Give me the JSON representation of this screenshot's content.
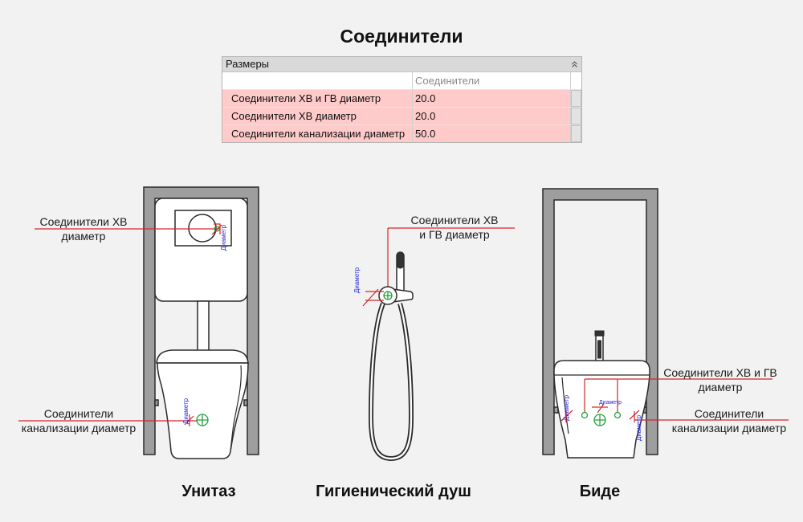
{
  "title": "Соединители",
  "properties": {
    "section": "Размеры",
    "column_header": "Соединители",
    "rows": [
      {
        "name": "Соединители ХВ и ГВ диаметр",
        "value": "20.0"
      },
      {
        "name": "Соединители ХВ диаметр",
        "value": "20.0"
      },
      {
        "name": "Соединители канализации диаметр",
        "value": "50.0"
      }
    ]
  },
  "dimension_label": "Диаметр",
  "fixtures": {
    "toilet": {
      "caption": "Унитаз",
      "water_label": [
        "Соединители ХВ",
        "диаметр"
      ],
      "sewer_label": [
        "Соединители",
        "канализации диаметр"
      ]
    },
    "shower": {
      "caption": "Гигиенический душ",
      "water_label": [
        "Соединители ХВ",
        "и ГВ диаметр"
      ]
    },
    "bidet": {
      "caption": "Биде",
      "water_label": [
        "Соединители ХВ и ГВ",
        "диаметр"
      ],
      "sewer_label": [
        "Соединители",
        "канализации диаметр"
      ]
    }
  },
  "icons": {
    "section_toggle": "chevron-up-icon"
  },
  "colors": {
    "background": "#f2f2f2",
    "leader_line": "#d7262b",
    "connector": "#22a03c",
    "dimension_text": "#2b2bd4",
    "row_highlight": "#ffcaca"
  }
}
